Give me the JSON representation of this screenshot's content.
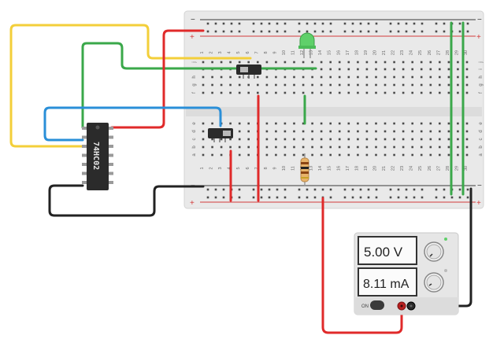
{
  "colors": {
    "breadboard": "#e9e9e9",
    "breadboard_edge": "#d4d4d4",
    "hole": "#4a4a4a",
    "rail_red": "#d33a3a",
    "rail_black": "#3a3a3a",
    "wire_yellow": "#f3cf3a",
    "wire_green": "#3aa84a",
    "wire_red": "#e02a2a",
    "wire_blue": "#2a8fd8",
    "wire_black": "#222222",
    "chip": "#2b2b2b",
    "led_green": "#5fd06a",
    "supply_body": "#e6e6e6",
    "display_bg": "#fbfbfb"
  },
  "breadboard": {
    "rail_plus": "+",
    "rail_minus": "−",
    "column_numbers": [
      "1",
      "2",
      "3",
      "4",
      "5",
      "6",
      "7",
      "8",
      "9",
      "10",
      "11",
      "12",
      "13",
      "14",
      "15",
      "16",
      "17",
      "18",
      "19",
      "20",
      "21",
      "22",
      "23",
      "24",
      "25",
      "26",
      "27",
      "28",
      "29",
      "30"
    ],
    "row_letters_top": [
      "j",
      "i",
      "h",
      "g",
      "f"
    ],
    "row_letters_bottom": [
      "e",
      "d",
      "c",
      "b",
      "a"
    ]
  },
  "chip": {
    "label": "74HC02",
    "icon": "dip-ic-icon"
  },
  "components": {
    "led": "led-icon",
    "resistor": "resistor-icon",
    "switch_top": "slide-switch-icon",
    "switch_bottom": "slide-switch-icon"
  },
  "power_supply": {
    "voltage_display": "5.00 V",
    "current_display": "8.11 mA",
    "on_label": "ON",
    "knob_voltage": "voltage-knob-icon",
    "knob_current": "current-knob-icon"
  }
}
